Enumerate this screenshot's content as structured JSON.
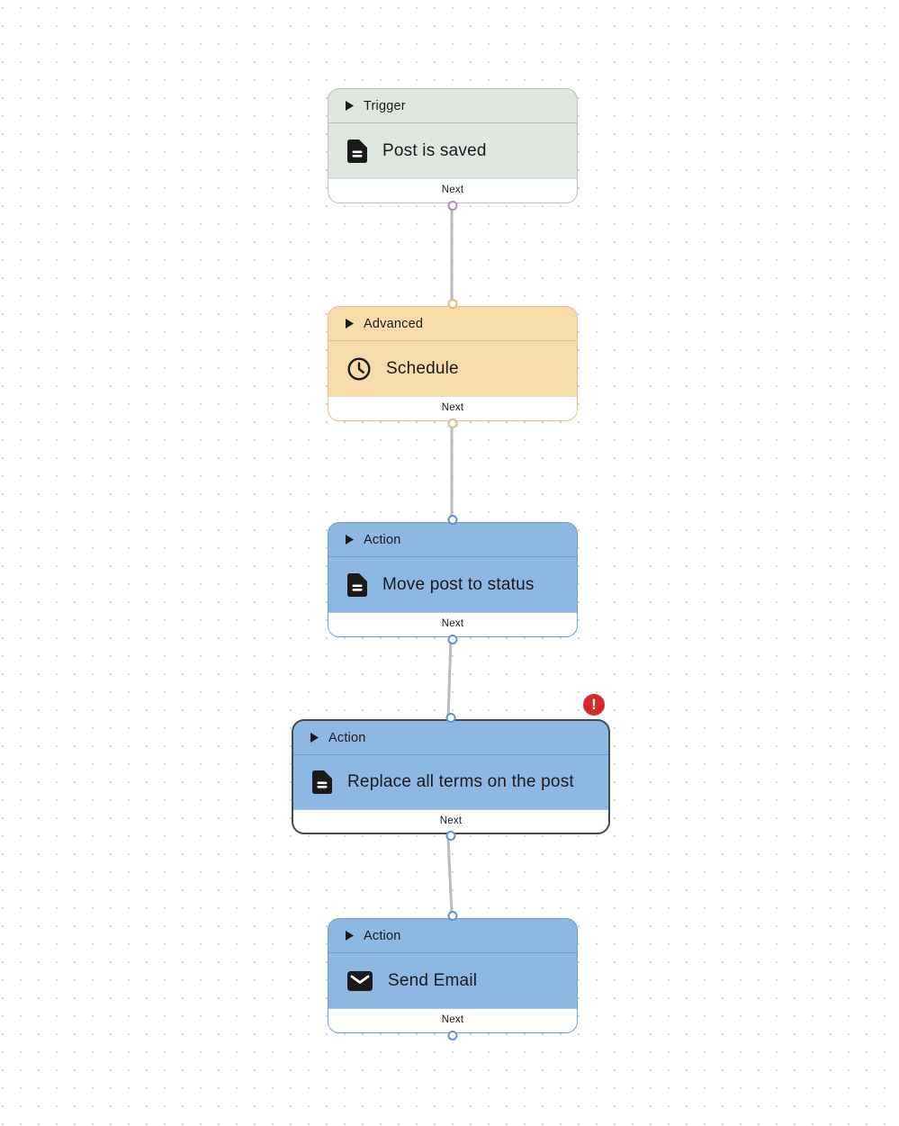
{
  "colors": {
    "trigger-fill": "#dfe5df",
    "trigger-border": "#b8c0b8",
    "advanced-fill": "#f6dcaa",
    "advanced-border": "#dec28d",
    "action-fill": "#8cb8e2",
    "action-border": "#6f9ecd",
    "selected-border": "#45494c",
    "edge": "#bababc",
    "port-purple": "#b08abc",
    "port-tan": "#d8ba85",
    "port-blue": "#6292c5",
    "error": "#d42a2a",
    "text": "#1b1b1d",
    "dot": "#d7d7d7"
  },
  "nodes": [
    {
      "type_label": "Trigger",
      "title": "Post is saved",
      "icon": "document-icon",
      "next_label": "Next",
      "selected": false,
      "has_error": false
    },
    {
      "type_label": "Advanced",
      "title": "Schedule",
      "icon": "clock-icon",
      "next_label": "Next",
      "selected": false,
      "has_error": false
    },
    {
      "type_label": "Action",
      "title": "Move post to status",
      "icon": "document-icon",
      "next_label": "Next",
      "selected": false,
      "has_error": false
    },
    {
      "type_label": "Action",
      "title": "Replace all terms on the post",
      "icon": "document-icon",
      "next_label": "Next",
      "selected": true,
      "has_error": true
    },
    {
      "type_label": "Action",
      "title": "Send Email",
      "icon": "email-icon",
      "next_label": "Next",
      "selected": false,
      "has_error": false
    }
  ],
  "error_badge": {
    "symbol": "!"
  },
  "edges": [
    {
      "from": "Post is saved",
      "to": "Schedule"
    },
    {
      "from": "Schedule",
      "to": "Move post to status"
    },
    {
      "from": "Move post to status",
      "to": "Replace all terms on the post"
    },
    {
      "from": "Replace all terms on the post",
      "to": "Send Email"
    }
  ]
}
